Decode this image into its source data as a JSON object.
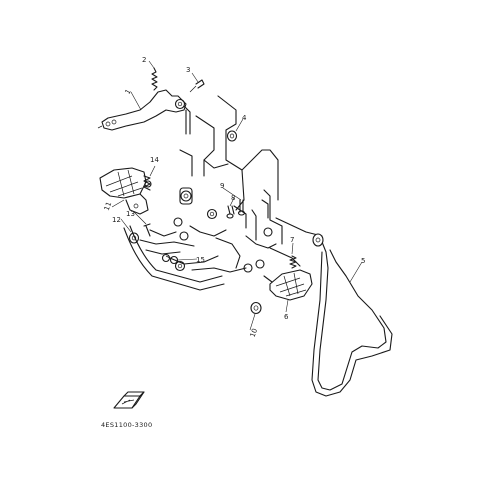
{
  "diagram": {
    "callouts": [
      {
        "id": "1",
        "label": "1"
      },
      {
        "id": "2",
        "label": "2"
      },
      {
        "id": "3",
        "label": "3"
      },
      {
        "id": "4",
        "label": "4"
      },
      {
        "id": "5",
        "label": "5"
      },
      {
        "id": "6",
        "label": "6"
      },
      {
        "id": "7",
        "label": "7"
      },
      {
        "id": "8",
        "label": "8"
      },
      {
        "id": "9",
        "label": "9"
      },
      {
        "id": "10",
        "label": "10"
      },
      {
        "id": "11",
        "label": "11"
      },
      {
        "id": "12",
        "label": "12"
      },
      {
        "id": "13",
        "label": "13"
      },
      {
        "id": "14",
        "label": "14"
      },
      {
        "id": "15",
        "label": "15"
      }
    ],
    "figure_code": "4ES1100-3300",
    "front_marker_icon": "front-arrow-icon"
  }
}
